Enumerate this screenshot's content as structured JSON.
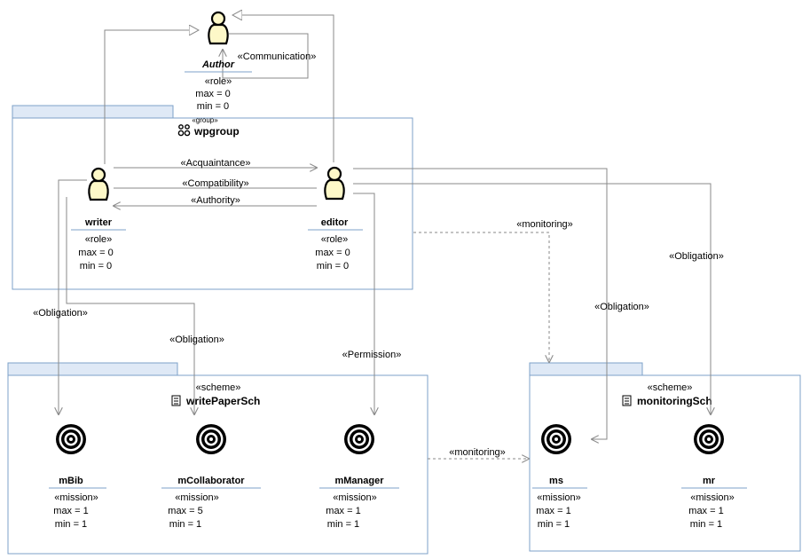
{
  "groups": {
    "wpgroup": {
      "stereotype": "«group»",
      "name": "wpgroup"
    }
  },
  "schemes": {
    "writePaperSch": {
      "stereotype": "«scheme»",
      "name": "writePaperSch"
    },
    "monitoringSch": {
      "stereotype": "«scheme»",
      "name": "monitoringSch"
    }
  },
  "roles": {
    "author": {
      "name": "Author",
      "stereotype": "«role»",
      "max": "max = 0",
      "min": "min = 0"
    },
    "writer": {
      "name": "writer",
      "stereotype": "«role»",
      "max": "max = 0",
      "min": "min = 0"
    },
    "editor": {
      "name": "editor",
      "stereotype": "«role»",
      "max": "max = 0",
      "min": "min = 0"
    }
  },
  "missions": {
    "mBib": {
      "name": "mBib",
      "stereotype": "«mission»",
      "max": "max = 1",
      "min": "min = 1"
    },
    "mCollaborator": {
      "name": "mCollaborator",
      "stereotype": "«mission»",
      "max": "max = 5",
      "min": "min = 1"
    },
    "mManager": {
      "name": "mManager",
      "stereotype": "«mission»",
      "max": "max = 1",
      "min": "min = 1"
    },
    "ms": {
      "name": "ms",
      "stereotype": "«mission»",
      "max": "max = 1",
      "min": "min = 1"
    },
    "mr": {
      "name": "mr",
      "stereotype": "«mission»",
      "max": "max = 1",
      "min": "min = 1"
    }
  },
  "links": {
    "communication": "«Communication»",
    "acquaintance": "«Acquaintance»",
    "compatibility": "«Compatibility»",
    "authority": "«Authority»",
    "monitoring_editor": "«monitoring»",
    "monitoring_schemes": "«monitoring»",
    "obligation_writer_mbib": "«Obligation»",
    "obligation_writer_mcollab": "«Obligation»",
    "obligation_editor_ms": "«Obligation»",
    "obligation_editor_mr": "«Obligation»",
    "permission": "«Permission»"
  },
  "colors": {
    "package_border": "#7da1c8",
    "package_tab": "#dfe9f6",
    "edge": "#8a8a8a",
    "actor_fill": "#fdf8c8"
  }
}
